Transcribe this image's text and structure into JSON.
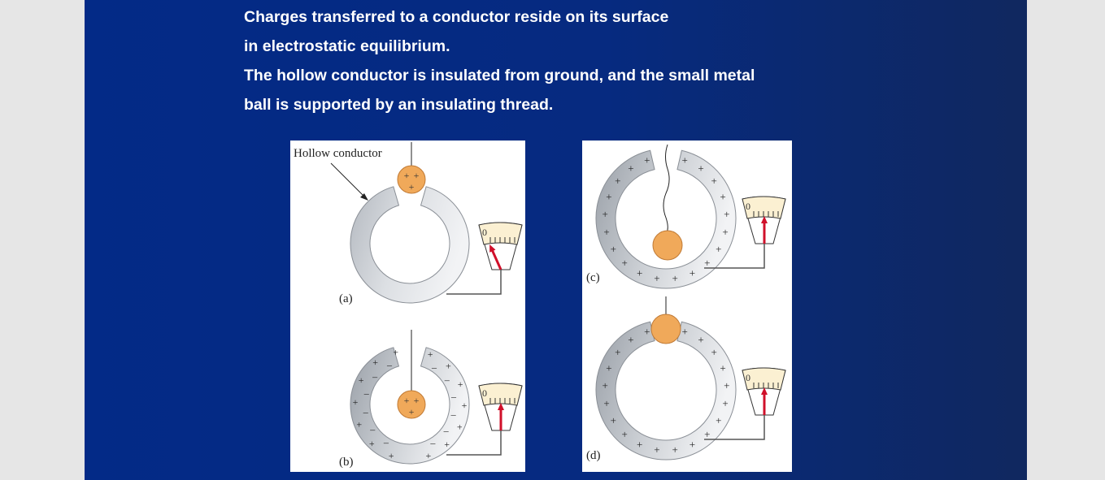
{
  "slide": {
    "lines": [
      "Charges transferred to a conductor reside on its surface",
      "in electrostatic equilibrium.",
      "The hollow conductor is insulated from ground, and the small metal",
      "ball is supported by an insulating thread."
    ]
  },
  "figure": {
    "callout": "Hollow conductor",
    "meter_zero": "0",
    "panels": [
      {
        "label": "(a)"
      },
      {
        "label": "(b)"
      },
      {
        "label": "(c)"
      },
      {
        "label": "(d)"
      }
    ]
  },
  "colors": {
    "slide_blue": "#032a87",
    "needle": "#d0102a",
    "ball": "#f0a95a",
    "meter_face": "#fbf0d2"
  }
}
